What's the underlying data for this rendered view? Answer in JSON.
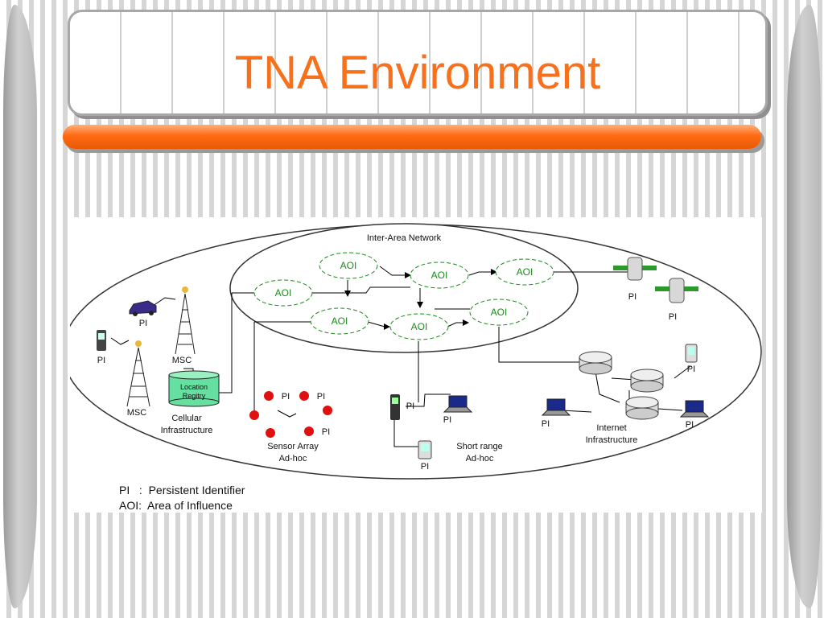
{
  "slide": {
    "title": "TNA Environment"
  },
  "diagram": {
    "inter_area_network_label": "Inter-Area Network",
    "aoi_label": "AOI",
    "pi_label": "PI",
    "msc_label": "MSC",
    "location_registry": [
      "Location",
      "Regitry"
    ],
    "cellular_infrastructure": [
      "Cellular",
      "Infrastructure"
    ],
    "sensor_array": [
      "Sensor Array",
      "Ad-hoc"
    ],
    "short_range": [
      "Short range",
      "Ad-hoc"
    ],
    "internet_infrastructure": [
      "Internet",
      "Infrastructure"
    ]
  },
  "legend": {
    "pi_line": "PI   :  Persistent Identifier",
    "aoi_line": "AOI:  Area of Influence"
  },
  "colors": {
    "title": "#f7711c",
    "accent_bar": "#ff6a12",
    "aoi_green": "#1a8a1a",
    "sensor_red": "#e01010",
    "registry_green": "#66e0a0"
  }
}
